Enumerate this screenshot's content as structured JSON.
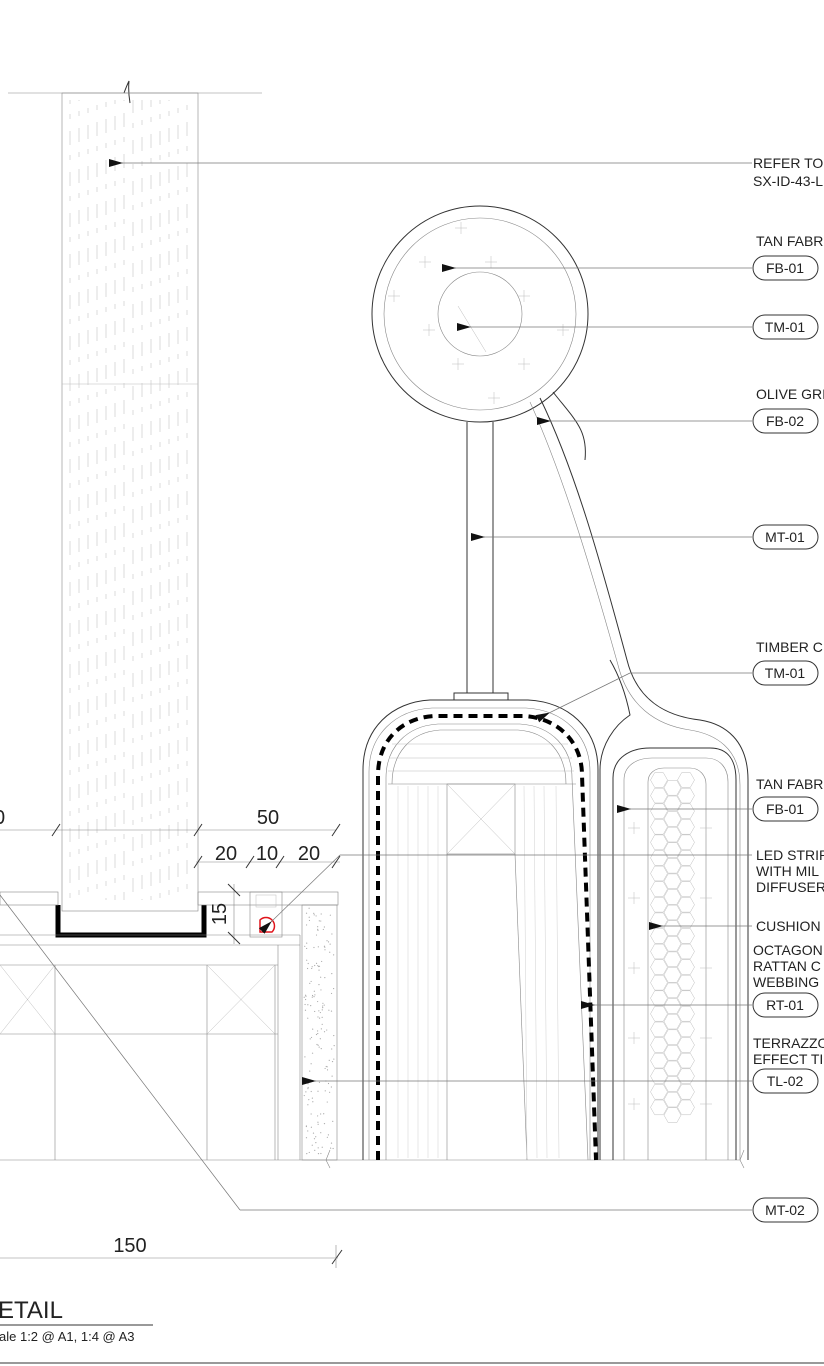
{
  "notes": {
    "refer": [
      "REFER TO",
      "SX-ID-43-L"
    ],
    "tan_fabric_top": "TAN FABR",
    "olive_green": "OLIVE GRI",
    "timber": "TIMBER C",
    "tan_fabric_mid": "TAN FABR",
    "led": [
      "LED STRIP",
      "WITH MIL",
      "DIFFUSER"
    ],
    "cushion": "CUSHION",
    "octagon": [
      "OCTAGON",
      "RATTAN C",
      "WEBBING"
    ],
    "terrazzo": [
      "TERRAZZO",
      "EFFECT TI"
    ]
  },
  "tags": {
    "fb01_top": "FB-01",
    "tm01_top": "TM-01",
    "fb02": "FB-02",
    "mt01": "MT-01",
    "tm01_mid": "TM-01",
    "fb01_mid": "FB-01",
    "rt01": "RT-01",
    "tl02": "TL-02",
    "mt02": "MT-02"
  },
  "dims": {
    "d50": "50",
    "d20a": "20",
    "d10": "10",
    "d20b": "20",
    "d15": "15",
    "d150": "150",
    "d_left": "0"
  },
  "title": {
    "name": "ETAIL",
    "scale": "ale 1:2 @ A1, 1:4 @ A3"
  }
}
